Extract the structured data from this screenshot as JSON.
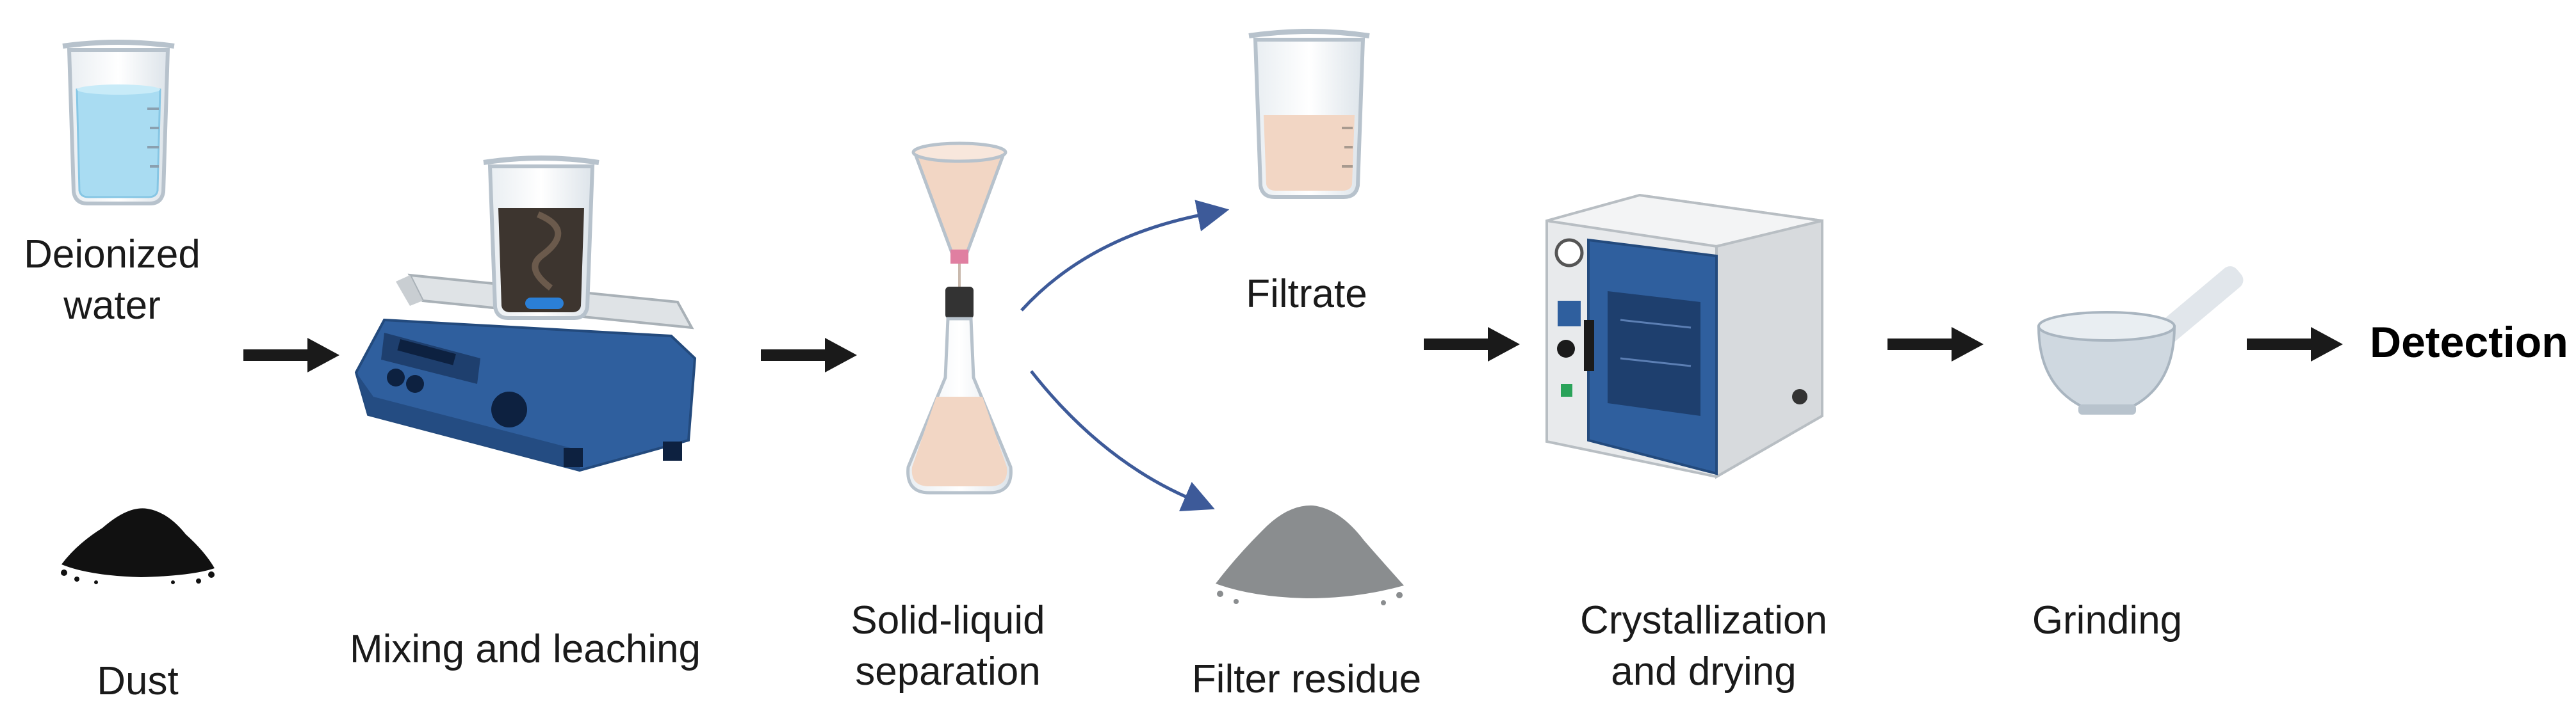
{
  "diagram": {
    "steps": {
      "deionized_water": "Deionized\nwater",
      "dust": "Dust",
      "mixing": "Mixing and leaching",
      "separation": "Solid-liquid\nseparation",
      "filtrate": "Filtrate",
      "filter_residue": "Filter residue",
      "crystallization": "Crystallization\nand drying",
      "grinding": "Grinding",
      "detection": "Detection"
    },
    "icons": [
      "beaker-water-icon",
      "dust-pile-icon",
      "magnetic-stirrer-icon",
      "filter-funnel-flask-icon",
      "filtrate-beaker-icon",
      "residue-pile-icon",
      "drying-oven-icon",
      "mortar-pestle-icon"
    ],
    "colors": {
      "flow_arrow": "#1a1a1a",
      "branch_arrow": "#3d5a99",
      "device_blue": "#2f5f9e",
      "water": "#a9dcf2",
      "filtrate_liquid": "#f2d6c4",
      "residue": "#8a8d8f"
    }
  }
}
